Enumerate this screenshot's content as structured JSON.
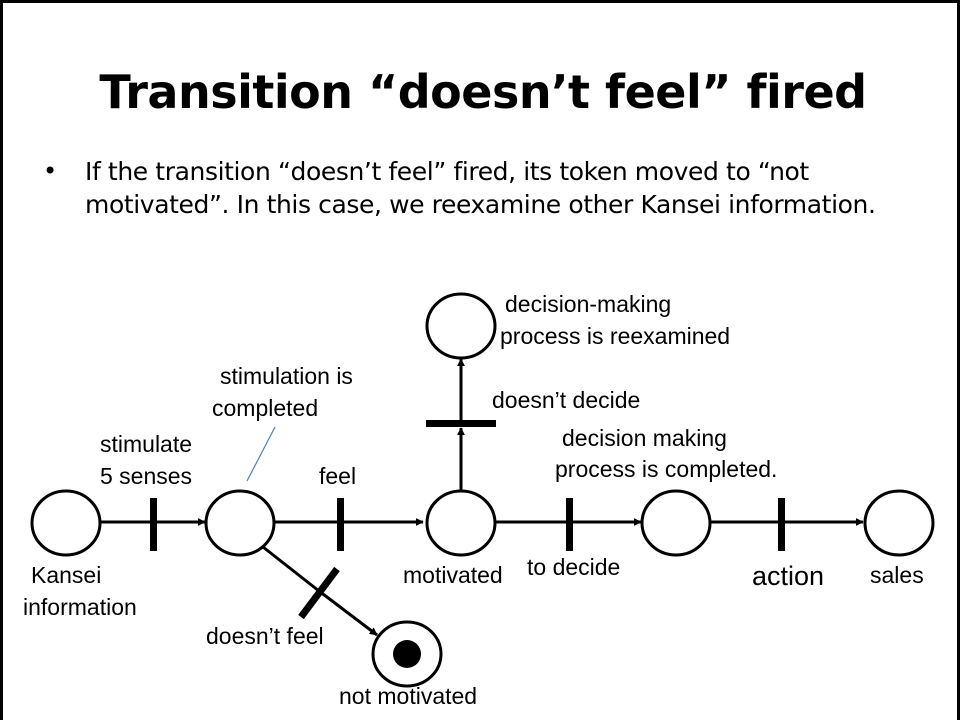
{
  "slide": {
    "title": "Transition “doesn’t feel” fired",
    "bullet_symbol": "•",
    "bullet_line1": "If the transition “doesn’t feel” fired, its token moved to “not",
    "bullet_line2": "motivated”. In this case, we reexamine other Kansei information."
  },
  "diagram": {
    "places": [
      {
        "id": "kansei",
        "label_lines": [
          "Kansei",
          "information"
        ],
        "has_token": false
      },
      {
        "id": "stimulation-completed",
        "label_lines": [
          "stimulation is",
          "completed"
        ],
        "has_token": false
      },
      {
        "id": "motivated",
        "label_lines": [
          "motivated"
        ],
        "has_token": false
      },
      {
        "id": "decision-completed",
        "label_lines": [
          "decision making",
          "process is completed."
        ],
        "has_token": false
      },
      {
        "id": "sales",
        "label_lines": [
          "sales"
        ],
        "has_token": false
      },
      {
        "id": "reexamined",
        "label_lines": [
          "decision-making",
          "process is reexamined"
        ],
        "has_token": false
      },
      {
        "id": "not-motivated",
        "label_lines": [
          "not motivated"
        ],
        "has_token": true
      }
    ],
    "transitions": [
      {
        "id": "stimulate",
        "label_lines": [
          "stimulate",
          "5 senses"
        ]
      },
      {
        "id": "feel",
        "label_lines": [
          "feel"
        ]
      },
      {
        "id": "to-decide",
        "label_lines": [
          "to decide"
        ]
      },
      {
        "id": "action",
        "label_lines": [
          "action"
        ]
      },
      {
        "id": "doesnt-decide",
        "label_lines": [
          "doesn’t decide"
        ]
      },
      {
        "id": "doesnt-feel",
        "label_lines": [
          "doesn’t feel"
        ]
      }
    ]
  }
}
